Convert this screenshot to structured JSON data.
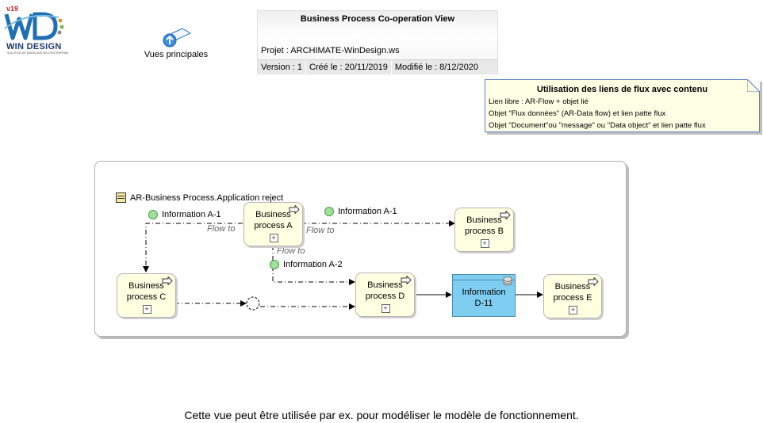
{
  "logo": {
    "version": "v19",
    "brand": "WIN DESIGN",
    "tagline": "SOLUTION DE MODELISATION D'ENTREPRISE"
  },
  "views_link": {
    "label": "Vues principales"
  },
  "header": {
    "title": "Business Process Co-operation View",
    "project": "Projet : ARCHIMATE-WinDesign.ws",
    "version": "Version : 1",
    "created": "Créé le : 20/11/2019",
    "modified": "Modifié le : 8/12/2020"
  },
  "note": {
    "title": "Utilisation des liens de flux avec contenu",
    "lines": [
      "Lien libre : AR-Flow + objet lié",
      "Objet \"Flux données\" (AR-Data flow) et lien patte flux",
      "Objet \"Document\"ou \"message\" ou \"Data object\" et lien patte flux"
    ]
  },
  "diagram": {
    "group_label": "AR-Business Process.Application reject",
    "processes": {
      "a": "Business process A",
      "b": "Business process B",
      "c": "Business process C",
      "d": "Business process D",
      "e": "Business process E"
    },
    "data_object": "Information D-11",
    "info": {
      "a1_left": "Information A-1",
      "a1_right": "Information A-1",
      "a2": "Information A-2"
    },
    "flow_label": "Flow to"
  },
  "caption": "Cette vue peut être utilisée par ex. pour modéliser le modèle de fonctionnement.",
  "colors": {
    "process_fill": "#ffffe1",
    "data_object_fill": "#7fcdf0",
    "note_fill": "#ffffe6",
    "note_border": "#5b82c8",
    "info_dot": "#9fe09a"
  }
}
